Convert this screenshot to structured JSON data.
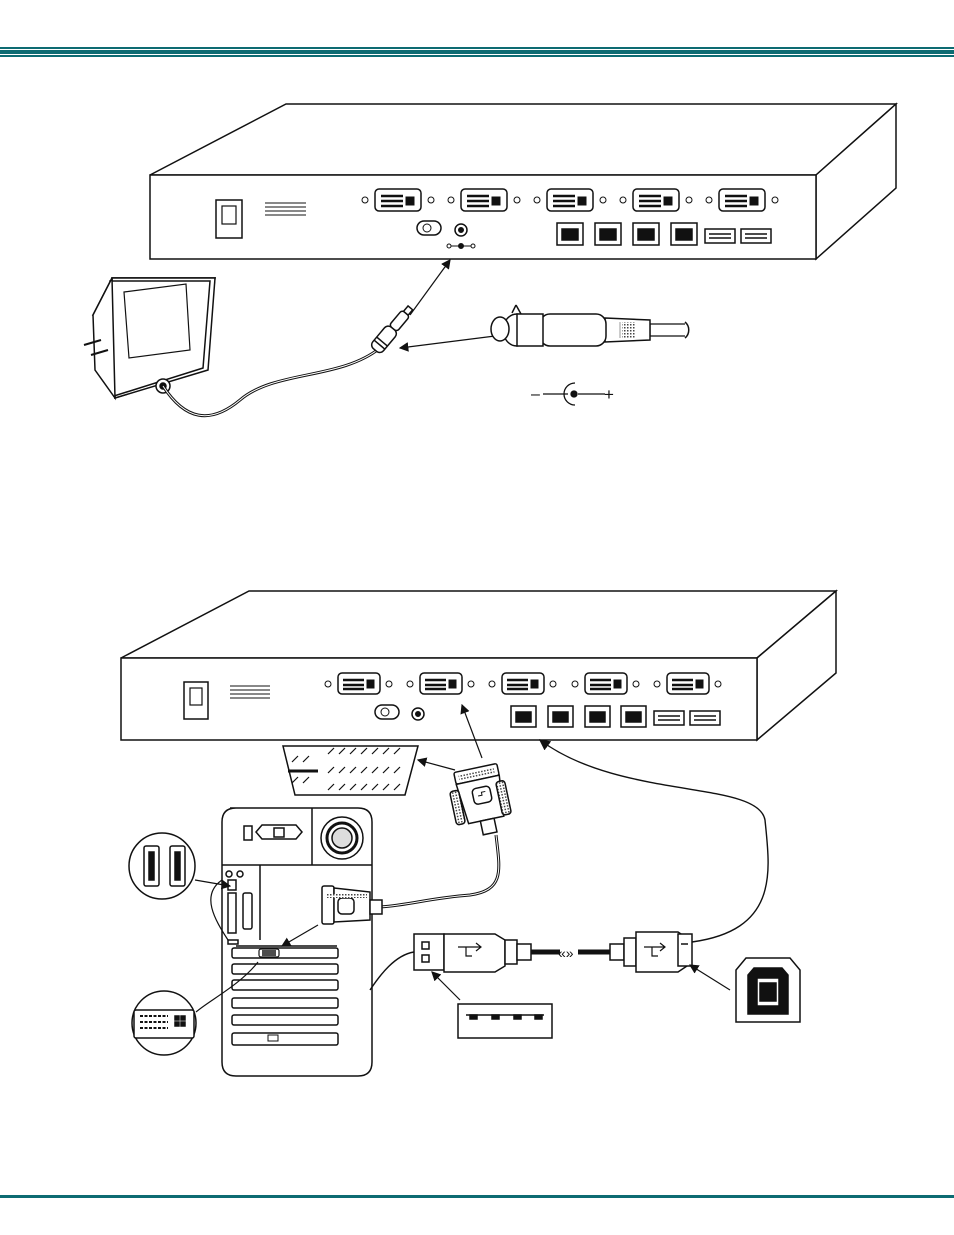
{
  "page": {
    "header_rule_color": "#0d6b72",
    "footer_rule_color": "#0d6b72"
  },
  "figure_power": {
    "polarity_minus": "–",
    "polarity_plus": "+",
    "parts": [
      "kvm-switch-rear-panel",
      "ac-adapter",
      "barrel-plug",
      "dc-jack"
    ]
  },
  "figure_connection": {
    "parts": [
      "kvm-switch-rear-panel",
      "dvi-connector-closeup",
      "dvi-cable",
      "computer-rear",
      "usb-a-port-closeup",
      "dvi-port-closeup",
      "usb-a-to-b-cable",
      "usb-a-receptacle",
      "usb-b-receptacle"
    ],
    "cable_break_symbol": "«»"
  }
}
